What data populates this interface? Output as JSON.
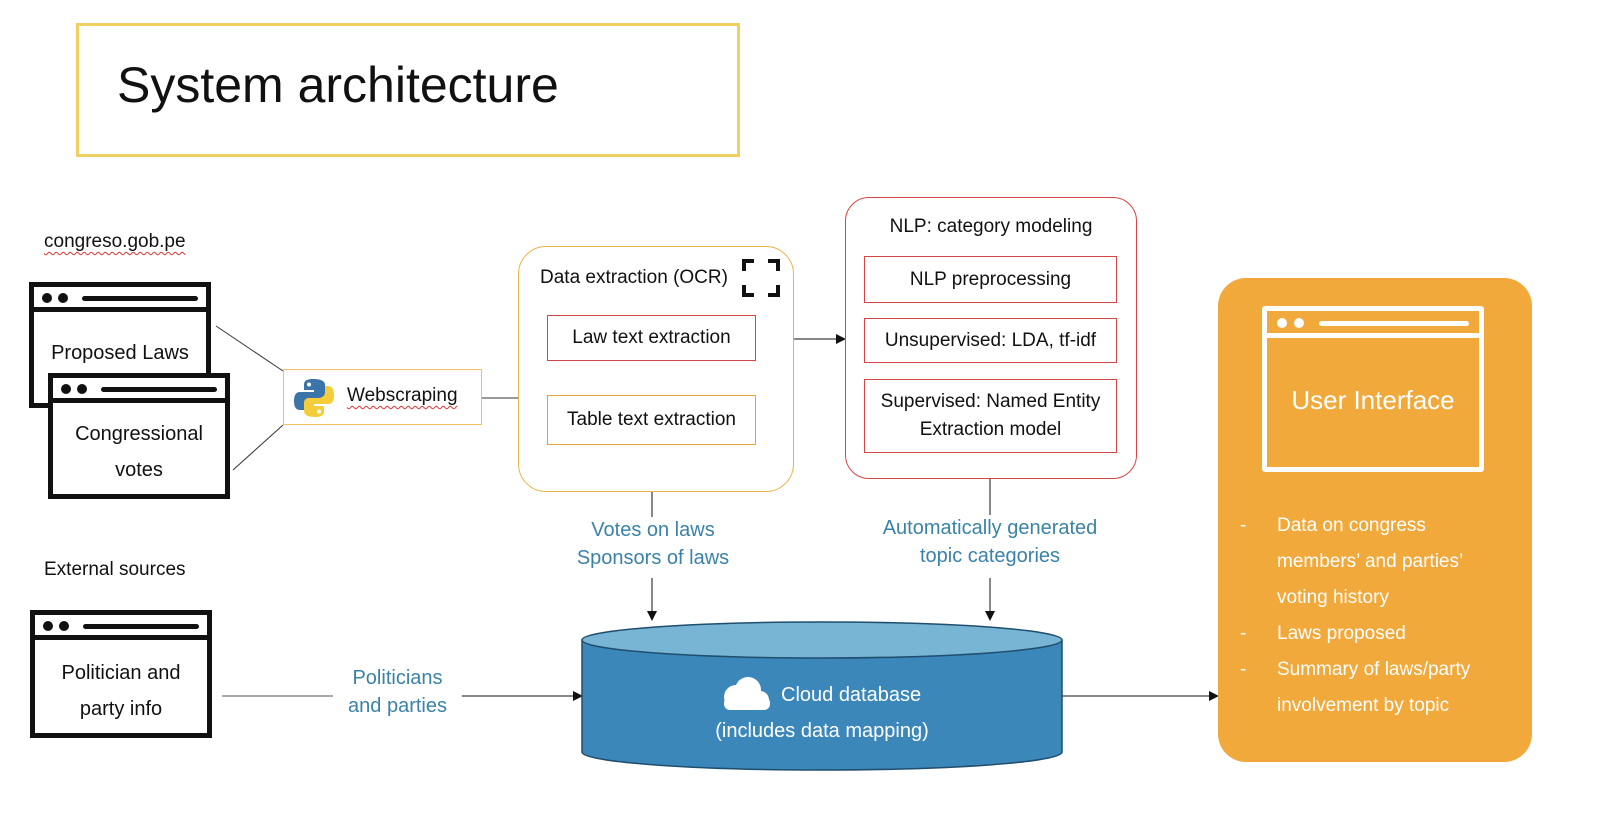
{
  "title": "System architecture",
  "sources": {
    "congreso_label": "congreso.gob.pe",
    "external_label": "External sources",
    "proposed_laws": "Proposed Laws",
    "congressional_votes_line1": "Congressional",
    "congressional_votes_line2": "votes",
    "politician_line1": "Politician and",
    "politician_line2": "party info"
  },
  "webscraping": {
    "label": "Webscraping",
    "icon": "python-logo-icon"
  },
  "ocr": {
    "title": "Data extraction (OCR)",
    "icon": "scan-frame-icon",
    "law_text": "Law text extraction",
    "table_text": "Table text extraction"
  },
  "nlp": {
    "title": "NLP: category modeling",
    "preprocessing": "NLP preprocessing",
    "unsupervised": "Unsupervised: LDA, tf-idf",
    "supervised_line1": "Supervised: Named Entity",
    "supervised_line2": "Extraction model"
  },
  "flows": {
    "votes_on_laws": "Votes on laws",
    "sponsors_of_laws": "Sponsors of laws",
    "auto_generated_line1": "Automatically generated",
    "auto_generated_line2": "topic categories",
    "politicians_line1": "Politicians",
    "politicians_line2": "and parties"
  },
  "database": {
    "label": "Cloud database",
    "sublabel": "(includes data mapping)",
    "icon": "cloud-icon"
  },
  "ui": {
    "title": "User Interface",
    "bullets": [
      {
        "dash": "-",
        "lines": [
          "Data on congress",
          "members’ and parties’",
          "voting history"
        ]
      },
      {
        "dash": "-",
        "lines": [
          "Laws proposed"
        ]
      },
      {
        "dash": "-",
        "lines": [
          "Summary of laws/party",
          "involvement by topic"
        ]
      }
    ]
  },
  "colors": {
    "title_border": "#f0d060",
    "ocr_border": "#e8b34a",
    "nlp_border": "#d64545",
    "flow_text": "#3a82a8",
    "database_fill": "#3b87ba",
    "database_top": "#78b4d4",
    "ui_panel": "#f2a93b"
  }
}
